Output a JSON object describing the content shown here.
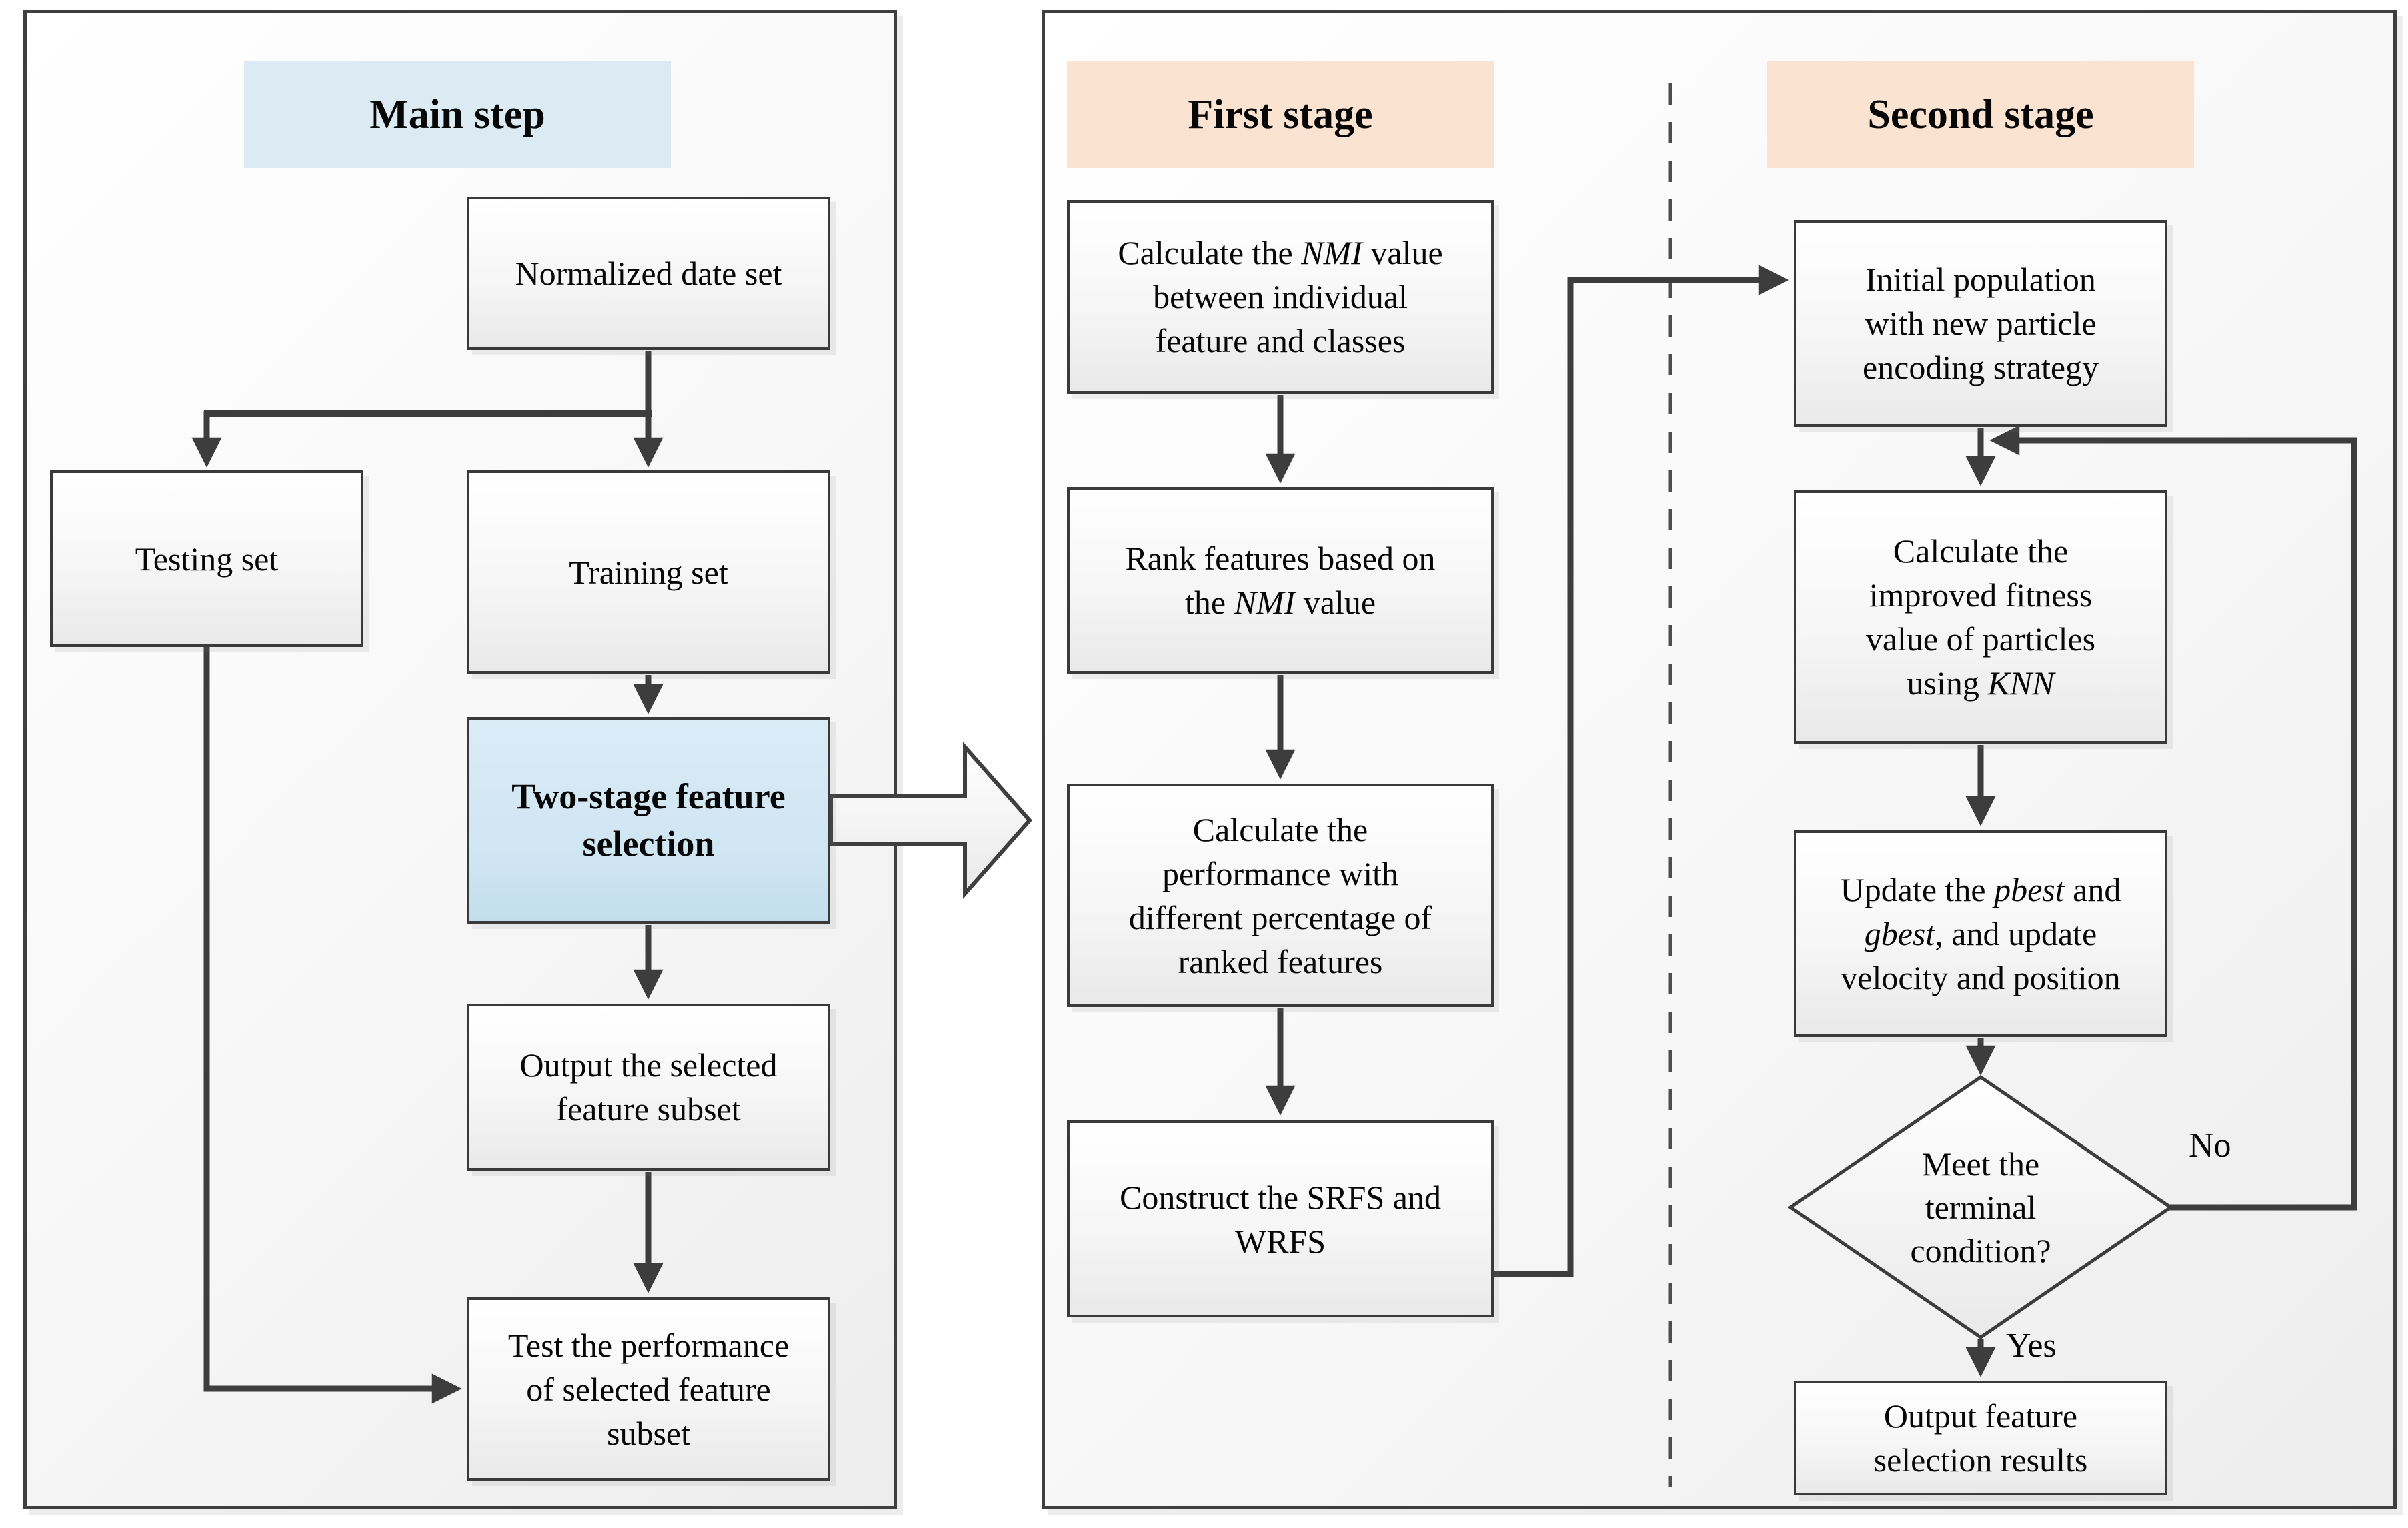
{
  "diagram": {
    "left_panel": {
      "header": "Main step",
      "boxes": {
        "normalized": "Normalized date set",
        "testing": "Testing set",
        "training": "Training set",
        "two_stage": "Two-stage feature\nselection",
        "output": "Output the selected\nfeature subset",
        "test_perf": "Test the performance\nof selected feature\nsubset"
      }
    },
    "first_stage": {
      "header": "First stage",
      "nmi_box": {
        "p1": "Calculate the ",
        "p2": "NMI",
        "p3": " value\nbetween individual\nfeature and classes"
      },
      "rank_box": {
        "p1": "Rank features based on\nthe ",
        "p2": "NMI",
        "p3": " value"
      },
      "perf_box": "Calculate the\nperformance with\ndifferent percentage of\nranked features",
      "construct_box": "Construct the SRFS and\nWRFS"
    },
    "second_stage": {
      "header": "Second stage",
      "initial_box": "Initial population\nwith new particle\nencoding strategy",
      "fitness_box": {
        "p1": "Calculate the\nimproved fitness\nvalue of particles\nusing ",
        "p2": "KNN"
      },
      "update_box": {
        "p1": "Update the ",
        "p2": "pbest",
        "p3": " and\n",
        "p4": "gbest",
        "p5": ", and update\nvelocity and position"
      },
      "decision": "Meet the\nterminal\ncondition?",
      "output_box": "Output feature\nselection results",
      "no_label": "No",
      "yes_label": "Yes"
    },
    "colors": {
      "blue_header": "#dcebf3",
      "blue_highlight": "#cfe5f2",
      "peach_header": "#fbe3d2",
      "line": "#3d3d3d",
      "box_border": "#3a3a3a"
    }
  }
}
